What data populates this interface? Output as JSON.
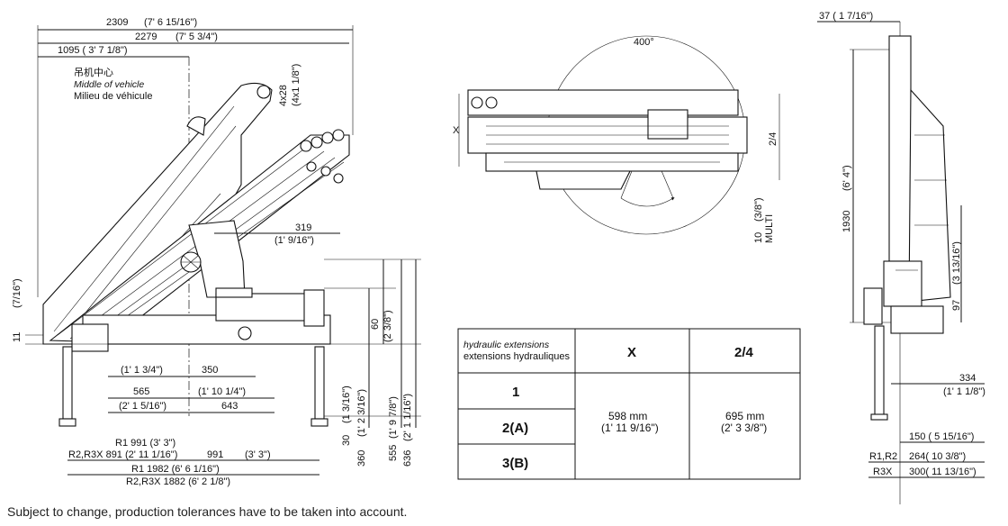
{
  "side_view": {
    "total_length_1": "2309",
    "total_length_1_imperial": "(7' 6 15/16\")",
    "total_length_2": "2279",
    "total_length_2_imperial": "(7' 5 3/4\")",
    "middle_offset": "1095 (  3' 7 1/8\")",
    "middle_label_cn": "吊机中心",
    "middle_label_en": "Middle of vehicle",
    "middle_label_fr": "Milieu de véhicule",
    "boom_top": "4x28",
    "boom_top_imperial": "(4x1 1/8\")",
    "dim_319": "319",
    "dim_319_imperial": "(1' 9/16\")",
    "left_vert_11": "11",
    "left_vert_11_imperial": "(7/16\")",
    "dim_350_imperial": "(1' 1 3/4\")",
    "dim_350": "350",
    "dim_565": "565",
    "dim_565_imperial": "(1' 10 1/4\")",
    "dim_643_imperial": "(2' 1 5/16\")",
    "dim_643": "643",
    "vert_60": "60",
    "vert_60_imperial": "(2 3/8\")",
    "vert_30": "30",
    "vert_30_imperial": "(1 3/16\")",
    "vert_360": "360",
    "vert_360_imperial": "(1' 2 3/16\")",
    "vert_555": "555",
    "vert_555_imperial": "(1' 9 7/8\")",
    "vert_636": "636",
    "vert_636_imperial": "(2' 1 1/16\")",
    "r1_991": "R1 991 (3' 3\")",
    "r2_891": "R2,R3X 891 (2' 11 1/16\")",
    "dim_991": "991",
    "dim_991_imperial": "(3' 3\")",
    "r1_1982": "R1 1982 (6' 6 1/16\")",
    "r2_1882": "R2,R3X 1882 (6' 2 1/8\")"
  },
  "top_view": {
    "angle": "400°",
    "x_label": "X",
    "label_24": "2/4",
    "multi_value": "10",
    "multi_imperial": "(3/8\")",
    "multi_label": "MULTI"
  },
  "end_view": {
    "dim_37": "37 (  1 7/16\")",
    "dim_1930": "1930",
    "dim_1930_imperial": "(6' 4\")",
    "dim_97": "97",
    "dim_97_imperial": "(3 13/16\")",
    "dim_334": "334",
    "dim_334_imperial": "(1' 1 1/8\")",
    "dim_150": "150 (  5 15/16\")",
    "label_r1r2": "R1,R2",
    "dim_264": "264(   10 3/8\")",
    "label_r3x": "R3X",
    "dim_300": "300(   11 13/16\")"
  },
  "table": {
    "header_label_en": "hydraulic extensions",
    "header_label_fr": "extensions hydrauliques",
    "col_x": "X",
    "col_24": "2/4",
    "rows": [
      "1",
      "2(A)",
      "3(B)"
    ],
    "x_value": "598 mm",
    "x_value_imperial": "(1' 11 9/16\")",
    "v24_value": "695 mm",
    "v24_value_imperial": "(2' 3 3/8\")"
  },
  "footer": "Subject to change, production tolerances have to be taken into account."
}
